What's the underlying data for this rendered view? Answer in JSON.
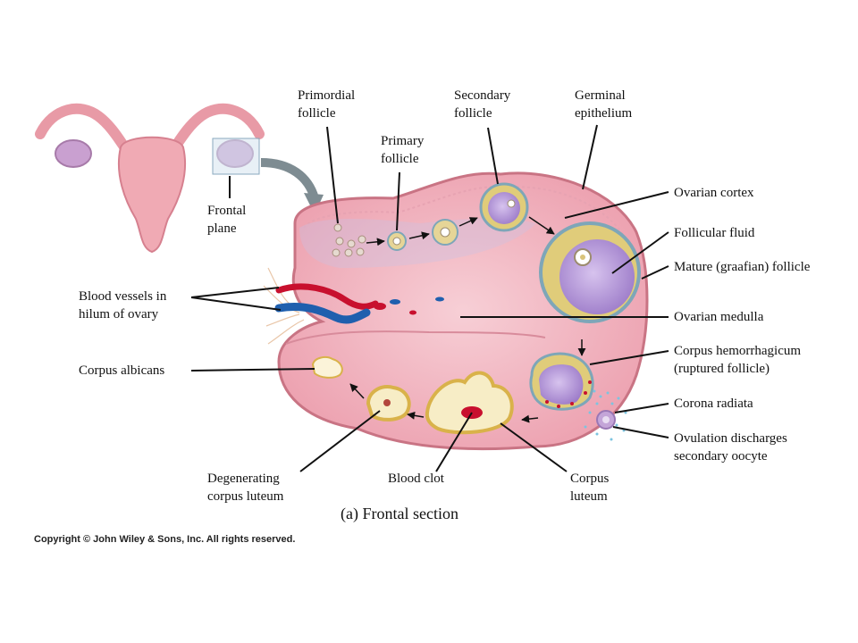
{
  "labels": {
    "primordial_follicle": [
      "Primordial",
      "follicle"
    ],
    "secondary_follicle": [
      "Secondary",
      "follicle"
    ],
    "germinal_epithelium": [
      "Germinal",
      "epithelium"
    ],
    "primary_follicle": [
      "Primary",
      "follicle"
    ],
    "frontal_plane": [
      "Frontal",
      "plane"
    ],
    "ovarian_cortex": "Ovarian cortex",
    "follicular_fluid": "Follicular fluid",
    "mature_follicle": "Mature (graafian) follicle",
    "blood_vessels": [
      "Blood vessels in",
      "hilum of ovary"
    ],
    "ovarian_medulla": "Ovarian medulla",
    "corpus_hemorrhagicum": [
      "Corpus hemorrhagicum",
      "(ruptured follicle)"
    ],
    "corpus_albicans": "Corpus albicans",
    "corona_radiata": "Corona radiata",
    "ovulation": [
      "Ovulation discharges",
      "secondary oocyte"
    ],
    "degenerating_corpus_luteum": [
      "Degenerating",
      "corpus luteum"
    ],
    "blood_clot": "Blood clot",
    "corpus_luteum": [
      "Corpus",
      "luteum"
    ]
  },
  "caption": "(a) Frontal section",
  "copyright": "Copyright © John Wiley & Sons, Inc. All rights reserved.",
  "colors": {
    "tissue": "#f2b3bd",
    "cortex_edge": "#d98a98",
    "follicle_fluid": "#b89ad8",
    "granulosa": "#d9c37a",
    "artery": "#c8102e",
    "vein": "#1f5fae",
    "leader": "#111111"
  }
}
